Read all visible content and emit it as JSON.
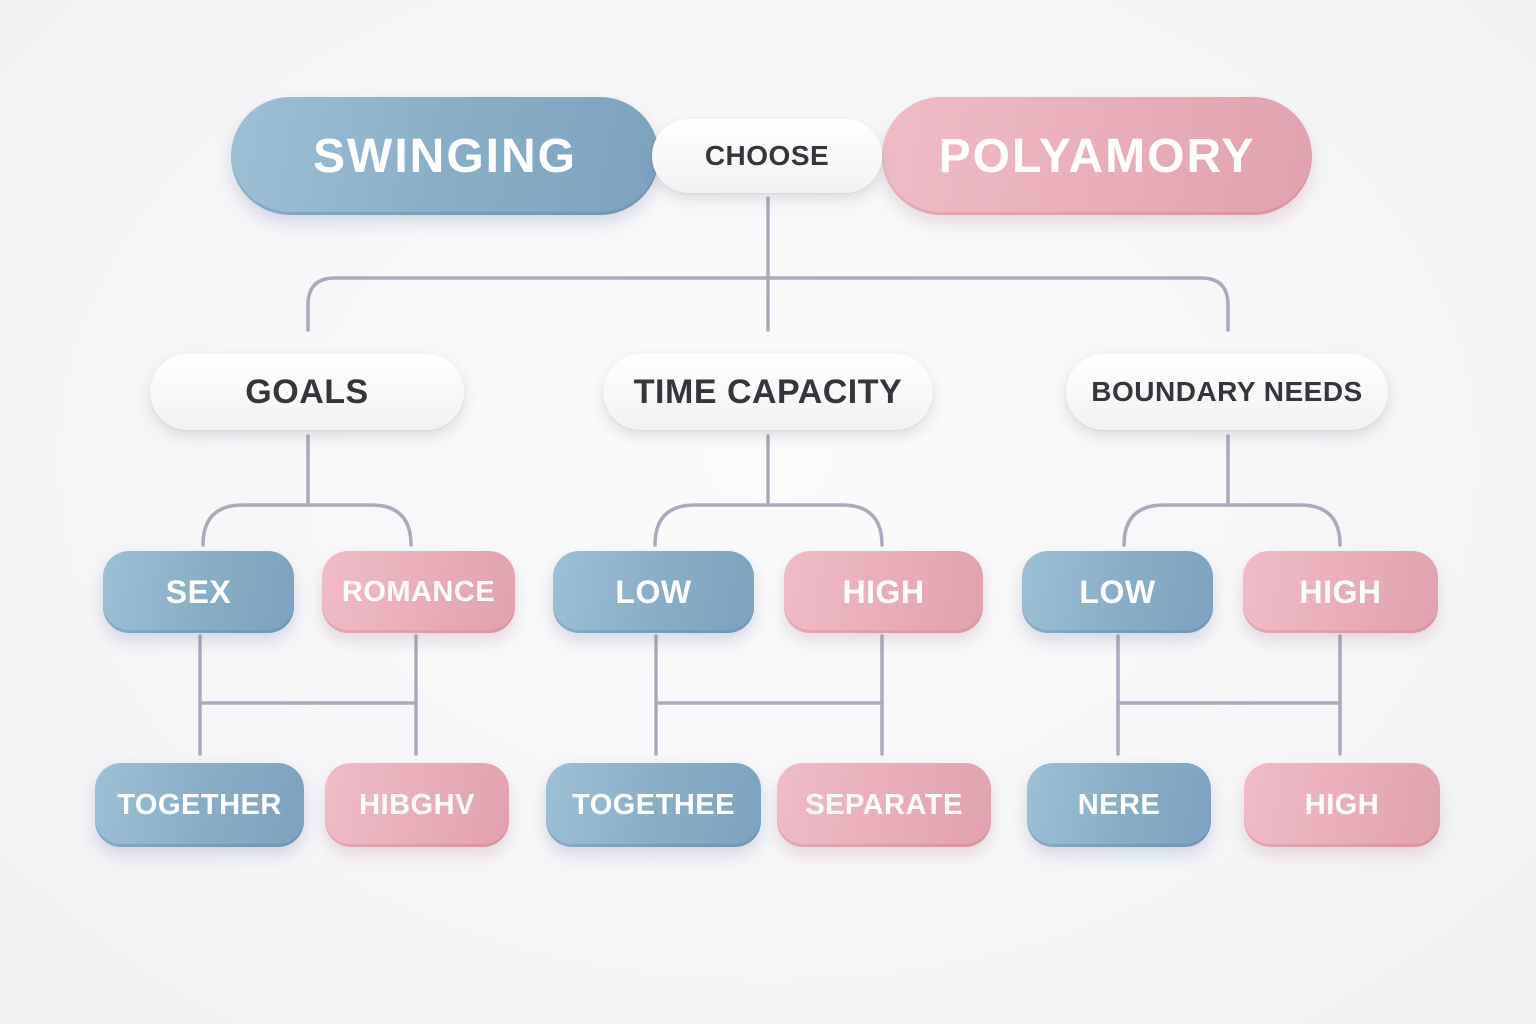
{
  "diagram": {
    "type": "decision-tree",
    "colors": {
      "blue": "#87adc6",
      "pink": "#e8adb8",
      "neutral": "#f4f4f6",
      "connector": "#a9abbc",
      "dark_text": "#35363b"
    },
    "top": {
      "left": "SWINGING",
      "center": "CHOOSE",
      "right": "POLYAMORY"
    },
    "branches": [
      {
        "label": "GOALS",
        "options": [
          "SEX",
          "ROMANCE"
        ],
        "outcomes": [
          "TOGETHER",
          "HIBGHV"
        ]
      },
      {
        "label": "TIME CAPACITY",
        "options": [
          "LOW",
          "HIGH"
        ],
        "outcomes": [
          "TOGETHEE",
          "SEPARATE"
        ]
      },
      {
        "label": "BOUNDARY NEEDS",
        "options": [
          "LOW",
          "HIGH"
        ],
        "outcomes": [
          "NERE",
          "HIGH"
        ]
      }
    ]
  }
}
